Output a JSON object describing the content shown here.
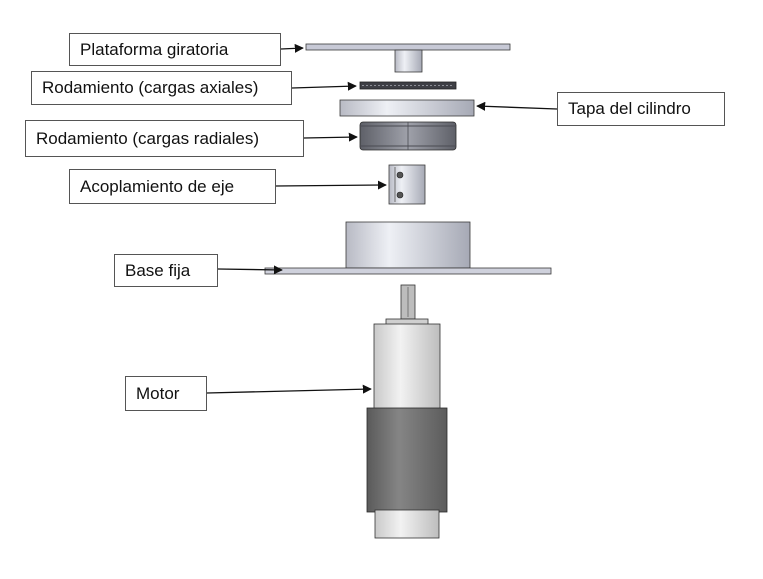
{
  "labels": {
    "plataforma": "Plataforma giratoria",
    "axiales": "Rodamiento (cargas axiales)",
    "tapa": "Tapa del cilindro",
    "radiales": "Rodamiento (cargas radiales)",
    "acople": "Acoplamiento de eje",
    "base": "Base fija",
    "motor": "Motor"
  },
  "colors": {
    "metal_light": "#d9dbe3",
    "metal_mid": "#a9acb8",
    "motor_body": "#e2e2e2",
    "motor_gearbox": "#6f6f6f",
    "outline": "#3a3a3a"
  }
}
